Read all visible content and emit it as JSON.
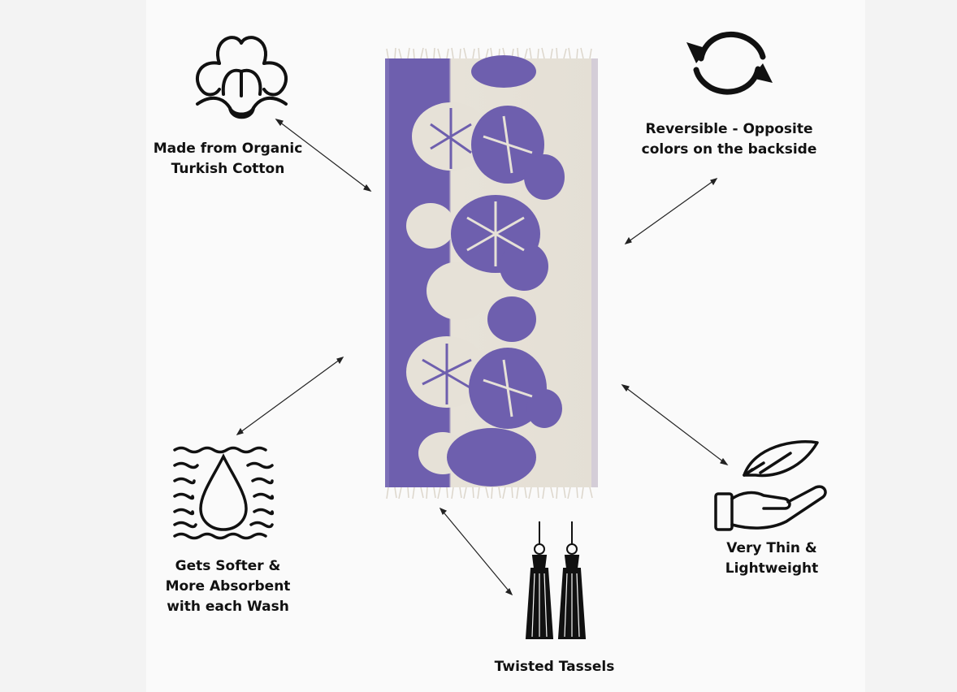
{
  "features": {
    "cotton": {
      "icon": "cotton-flower-icon",
      "lines": [
        "Made from Organic",
        "Turkish Cotton"
      ]
    },
    "reversible": {
      "icon": "reverse-arrows-icon",
      "lines": [
        "Reversible - Opposite",
        "colors on the backside"
      ]
    },
    "absorbent": {
      "icon": "water-drop-icon",
      "lines": [
        "Gets Softer &",
        "More Absorbent",
        "with each Wash"
      ]
    },
    "lightweight": {
      "icon": "feather-hand-icon",
      "lines": [
        "Very Thin &",
        "Lightweight"
      ]
    },
    "tassels": {
      "icon": "tassels-icon",
      "lines": [
        "Twisted Tassels"
      ]
    }
  },
  "colors": {
    "towel_purple": "#6e5fae",
    "towel_cream": "#e6e1d7",
    "ink": "#111111"
  }
}
